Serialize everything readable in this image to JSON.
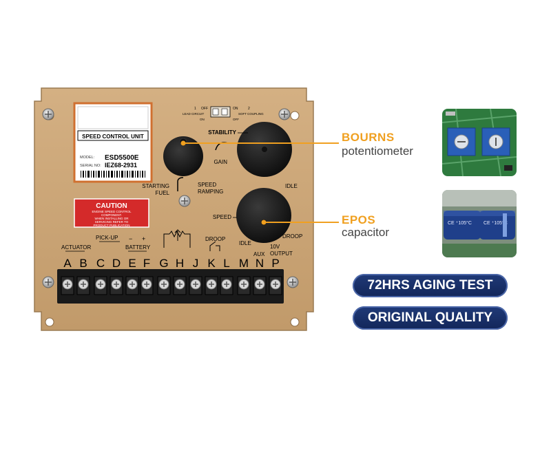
{
  "board": {
    "label_title": "SPEED CONTROL UNIT",
    "model_label": "MODEL:",
    "model_value": "ESD5500E",
    "serial_label": "SERIAL NO:",
    "serial_value": "IEZ68-2931",
    "caution_title": "CAUTION",
    "caution_l1": "ENGINE SPEED CONTROL",
    "caution_l2": "COMPONENT.",
    "caution_l3": "WHEN INSTALLING OR",
    "caution_l4": "SERVICING REFER TO",
    "caution_l5": "PRODUCT PUBLICATION",
    "switch_1": "1",
    "switch_2": "2",
    "switch_off": "OFF",
    "switch_on": "ON",
    "switch_on2": "ON",
    "switch_off2": "OFF",
    "lead_circuit": "LEAD CIRCUIT",
    "soft_coupling": "SOFT COUPLING",
    "stability": "STABILITY",
    "gain": "GAIN",
    "starting": "STARTING",
    "fuel": "FUEL",
    "speed_ramping_1": "SPEED",
    "speed_ramping_2": "RAMPING",
    "idle_top": "IDLE",
    "speed": "SPEED",
    "droop_right": "DROOP",
    "actuator": "ACTUATOR",
    "pickup": "PICK-UP",
    "battery": "BATTERY",
    "minus": "−",
    "plus": "+",
    "droop": "DROOP",
    "idle": "IDLE",
    "aux": "AUX",
    "output_10v_1": "10V",
    "output_10v_2": "OUTPUT",
    "terminals": [
      "A",
      "B",
      "C",
      "D",
      "E",
      "F",
      "G",
      "H",
      "J",
      "K",
      "L",
      "M",
      "N",
      "P"
    ]
  },
  "callouts": {
    "bourns_title": "BOURNS",
    "bourns_sub": "potentiometer",
    "epos_title": "EPOS",
    "epos_sub": "capacitor"
  },
  "badges": {
    "aging": "72HRS AGING TEST",
    "quality": "ORIGINAL QUALITY"
  },
  "capacitor_print": "CE ⁺105°C",
  "colors": {
    "board": "#c8a373",
    "accent": "#f0a020",
    "badge": "#1a2f6b",
    "caution_red": "#d42a2a"
  }
}
